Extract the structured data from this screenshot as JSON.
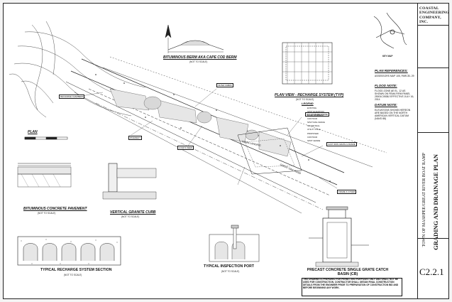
{
  "company": {
    "line1": "COASTAL",
    "line2": "ENGINEERING",
    "line3": "COMPANY, INC."
  },
  "project": {
    "title": "TOWN OF MASHPEE/GREAT RIVER BOAT RAMP",
    "subtitle": "GRADING AND DRAINAGE PLAN"
  },
  "sheet_number": "C2.2.1",
  "key_map_label": "KEY MAP",
  "titles": {
    "plan": "PLAN",
    "berm": "BITUMINOUS BERM AKA CAPE COD BERM",
    "plan_view": "PLAN VIEW - RECHARGE SYSTEM (TYP)",
    "pavement": "BITUMINOUS CONCRETE PAVEMENT",
    "curb": "VERTICAL GRANITE CURB",
    "recharge_section": "TYPICAL RECHARGE SYSTEM SECTION",
    "inspection_port": "TYPICAL INSPECTION PORT",
    "catch_basin": "PRECAST CONCRETE SINGLE GRATE CATCH BASIN (CB)",
    "legend": "LEGEND"
  },
  "not_to_scale": "(NOT TO SCALE)",
  "plan_references": {
    "title": "PLAN REFERENCES:",
    "text": "ASSESSORS MAP 105, PARCEL 29"
  },
  "flood_note": {
    "title": "FLOOD NOTE:",
    "text": "FLOOD ZONE AE EL. 12 AS SHOWN ON FEMA FIRM PANEL 25001C0538J EFFECTIVE JULY 16, 2014"
  },
  "datum_note": {
    "title": "DATUM NOTE:",
    "text": "ELEVATIONS SHOWN HEREON ARE BASED ON THE NORTH AMERICAN VERTICAL DATUM (NAVD 88)"
  },
  "legend_items": [
    "EXISTING",
    "SPOT ELEVATION",
    "EDGE PAVEMENT",
    "CONTOUR",
    "SPLIT RAIL FENCE",
    "STONE WALL",
    "UTILITY POLE",
    "PROPOSED",
    "CONTOUR",
    "SPOT GRADE"
  ],
  "labels": {
    "boat_ramp": "TOWN LANDING",
    "road": "GREAT OAK ROAD",
    "recharge_chambers": "RECHARGE CHAMBERS",
    "pavement": "PAVEMENT",
    "loam_seed": "LOAM & SEED",
    "filter_fabric": "FILTER FABRIC",
    "stone": "3/4\" CRUSHED STONE",
    "grate": "CAST IRON GRATE & FRAME",
    "frame_cover": "FRAME & COVER"
  },
  "disclaimer": "THIS DRAWING IS PREPARED FOR PERMITTING PURPOSES ONLY AND SHALL NOT BE USED FOR CONSTRUCTION. CONTRACTOR SHALL OBTAIN FINAL CONSTRUCTION DETAILS FROM THE ENGINEER PRIOR TO PREPARATION OF CONSTRUCTION BID AND BEFORE BEGINNING ANY WORK."
}
